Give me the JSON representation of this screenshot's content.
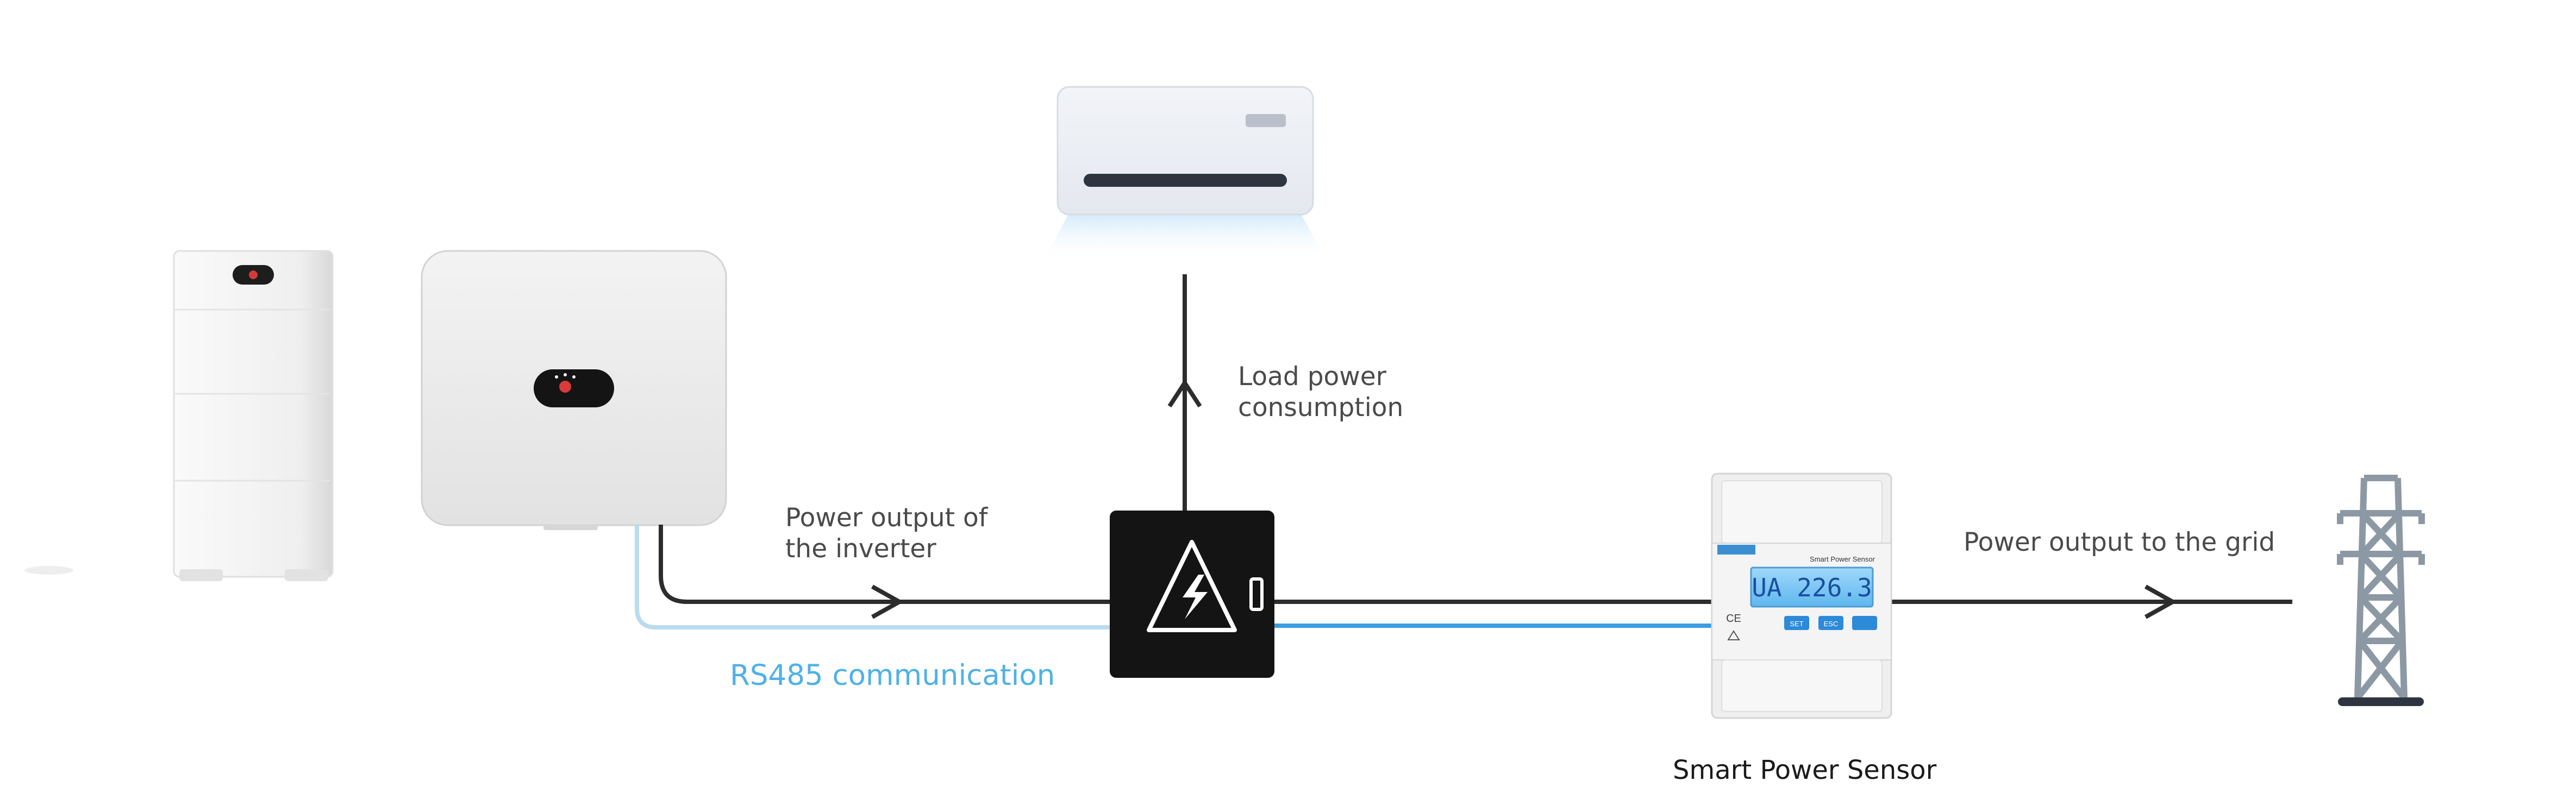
{
  "labels": {
    "load_power_line1": "Load power",
    "load_power_line2": "consumption",
    "inverter_output_line1": "Power output of",
    "inverter_output_line2": "the inverter",
    "rs485": "RS485 communication",
    "grid_output": "Power output to the grid",
    "sensor_name": "Smart Power Sensor"
  },
  "sensor": {
    "panel_title": "Smart Power Sensor",
    "lcd_reading": "UA 226.3",
    "button_set": "SET",
    "button_esc": "ESC",
    "button_right": "",
    "ce_mark": "CE"
  },
  "colors": {
    "power_line": "#2d2d2d",
    "rs485_line_light": "#b9dcef",
    "rs485_line_blue": "#3b9ee0",
    "rs485_text": "#4fb1e6",
    "device_white": "#ececec",
    "grid_tower": "#8c99a4",
    "lcd": "#7ec8f4"
  },
  "icons": [
    "battery-icon",
    "inverter-icon",
    "air-conditioner-icon",
    "breaker-box-icon",
    "smart-power-sensor-icon",
    "transmission-tower-icon",
    "lightning-icon",
    "huawei-logo-icon"
  ]
}
